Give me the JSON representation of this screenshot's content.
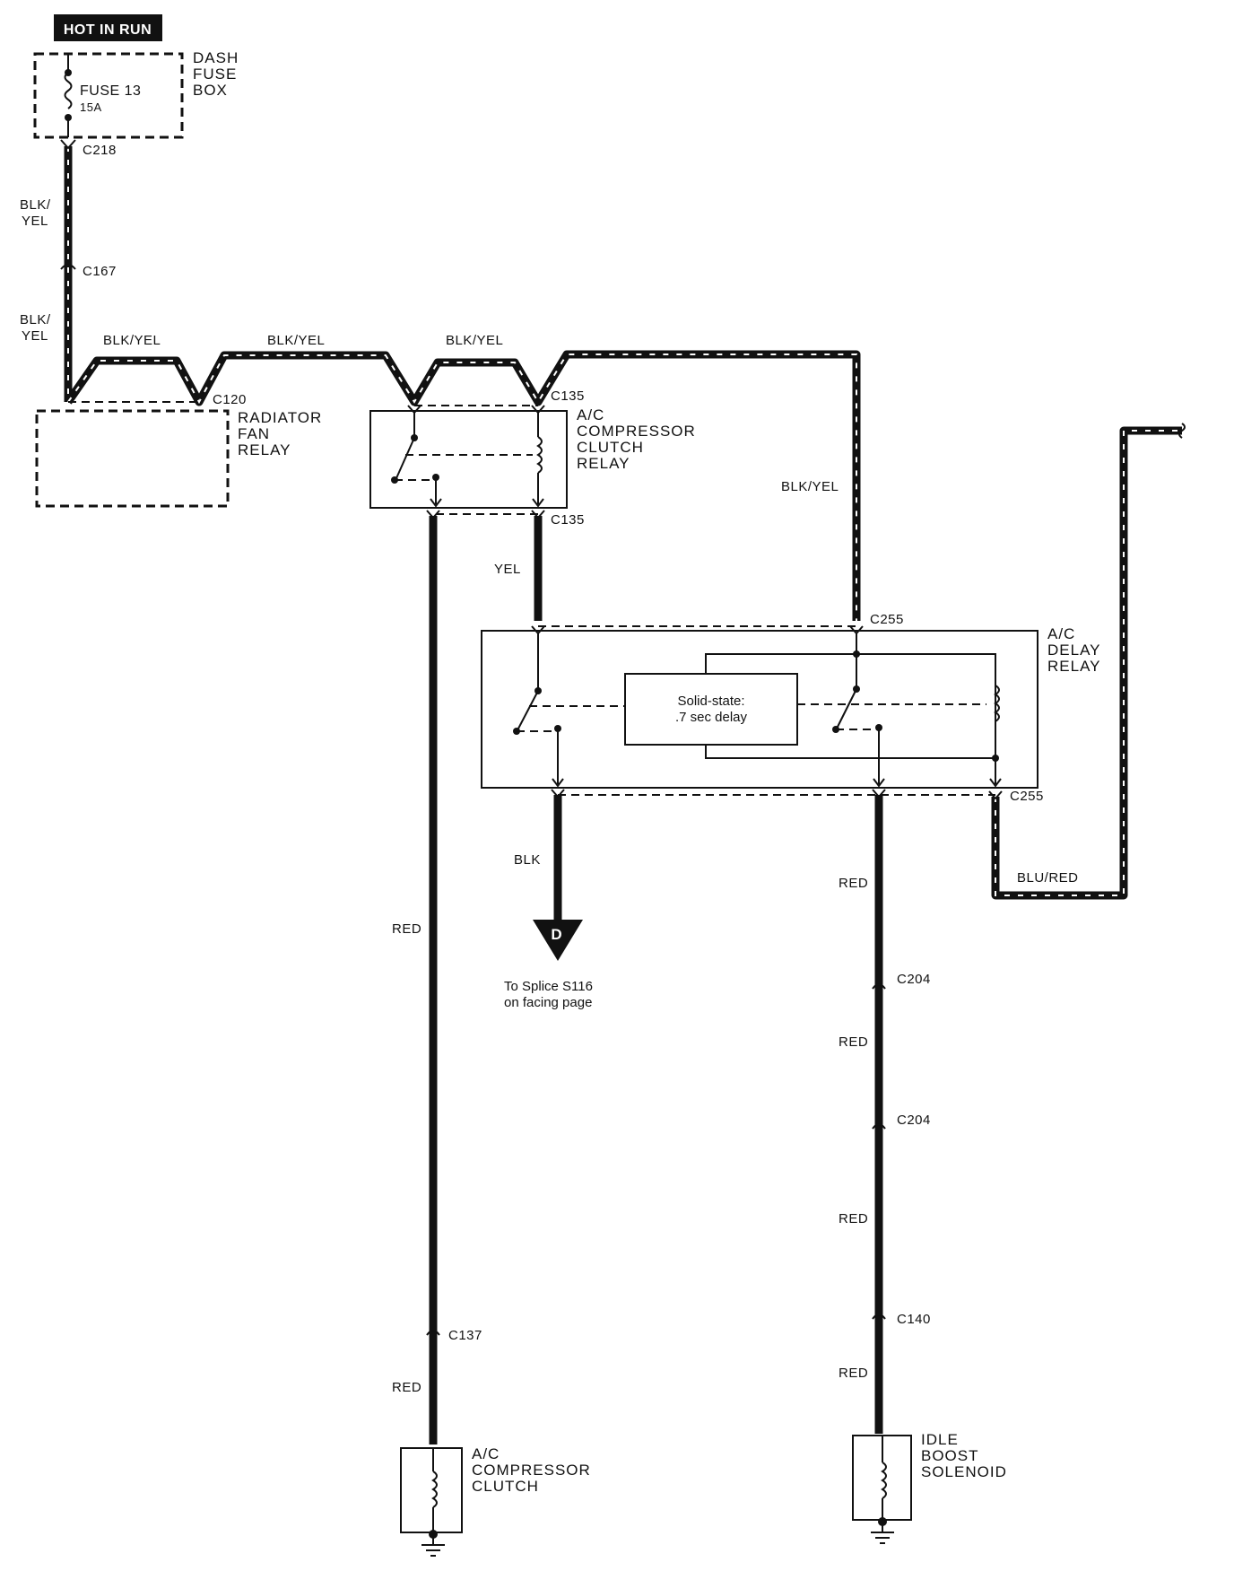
{
  "header": {
    "hot_in_run": "HOT IN RUN"
  },
  "fuse_box": {
    "label_line1": "DASH",
    "label_line2": "FUSE",
    "label_line3": "BOX",
    "fuse_name": "FUSE 13",
    "fuse_rating": "15A"
  },
  "connectors": {
    "c218": "C218",
    "c167": "C167",
    "c120": "C120",
    "c135_top": "C135",
    "c135_bottom": "C135",
    "c255_top": "C255",
    "c255_bottom": "C255",
    "c204_a": "C204",
    "c204_b": "C204",
    "c137": "C137",
    "c140": "C140"
  },
  "wires": {
    "blk_yel_1_line1": "BLK/",
    "blk_yel_1_line2": "YEL",
    "blk_yel_2_line1": "BLK/",
    "blk_yel_2_line2": "YEL",
    "blk_yel_3": "BLK/YEL",
    "blk_yel_4": "BLK/YEL",
    "blk_yel_5": "BLK/YEL",
    "blk_yel_6": "BLK/YEL",
    "yel": "YEL",
    "blk": "BLK",
    "blu_red": "BLU/RED",
    "red_1": "RED",
    "red_2": "RED",
    "red_3": "RED",
    "red_4": "RED",
    "red_5": "RED",
    "red_6": "RED"
  },
  "components": {
    "radiator_fan_relay": {
      "line1": "RADIATOR",
      "line2": "FAN",
      "line3": "RELAY"
    },
    "compressor_clutch_relay": {
      "line1": "A/C",
      "line2": "COMPRESSOR",
      "line3": "CLUTCH",
      "line4": "RELAY"
    },
    "delay_relay": {
      "line1": "A/C",
      "line2": "DELAY",
      "line3": "RELAY"
    },
    "solid_state": {
      "line1": "Solid-state:",
      "line2": ".7 sec delay"
    },
    "compressor_clutch": {
      "line1": "A/C",
      "line2": "COMPRESSOR",
      "line3": "CLUTCH"
    },
    "idle_boost_solenoid": {
      "line1": "IDLE",
      "line2": "BOOST",
      "line3": "SOLENOID"
    }
  },
  "splice_ref": {
    "letter": "D",
    "line1": "To Splice S116",
    "line2": "on facing page"
  }
}
